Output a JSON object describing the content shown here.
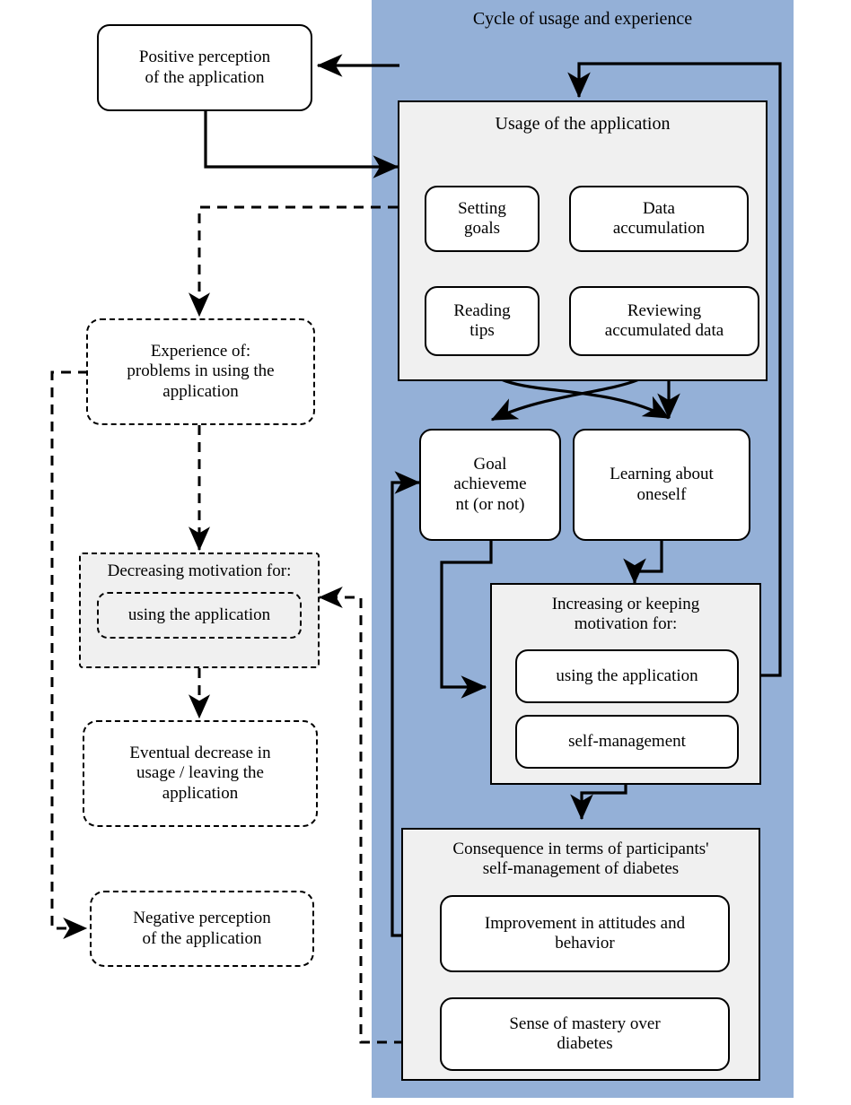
{
  "diagram": {
    "title_panel": "Cycle of usage and experience",
    "colors": {
      "panel_background": "#94b0d7",
      "group_background": "#f0f0f0",
      "node_background": "#ffffff",
      "stroke": "#000000",
      "page_background": "#ffffff"
    }
  },
  "left_column": {
    "positive_perception": "Positive perception\nof the application",
    "experience_problems": "Experience of:\nproblems in using the\napplication",
    "decreasing_motivation_label": "Decreasing  motivation for:",
    "decreasing_motivation_item": "using the application",
    "eventual_decrease": "Eventual decrease in\nusage / leaving the\napplication",
    "negative_perception": "Negative perception\nof the application"
  },
  "cycle_panel": {
    "usage_group": {
      "label": "Usage of the application",
      "items": [
        "Setting\ngoals",
        "Data\naccumulation",
        "Reading\ntips",
        "Reviewing\naccumulated data"
      ]
    },
    "outcomes": [
      "Goal\nachieveme\nnt (or not)",
      "Learning about\noneself"
    ],
    "motivation_group": {
      "label": "Increasing or keeping\nmotivation for:",
      "items": [
        "using the application",
        "self-management"
      ]
    },
    "consequence_group": {
      "label": "Consequence in terms of participants'\nself-management of diabetes",
      "items": [
        "Improvement in attitudes and\nbehavior",
        "Sense of mastery over\ndiabetes"
      ]
    }
  }
}
